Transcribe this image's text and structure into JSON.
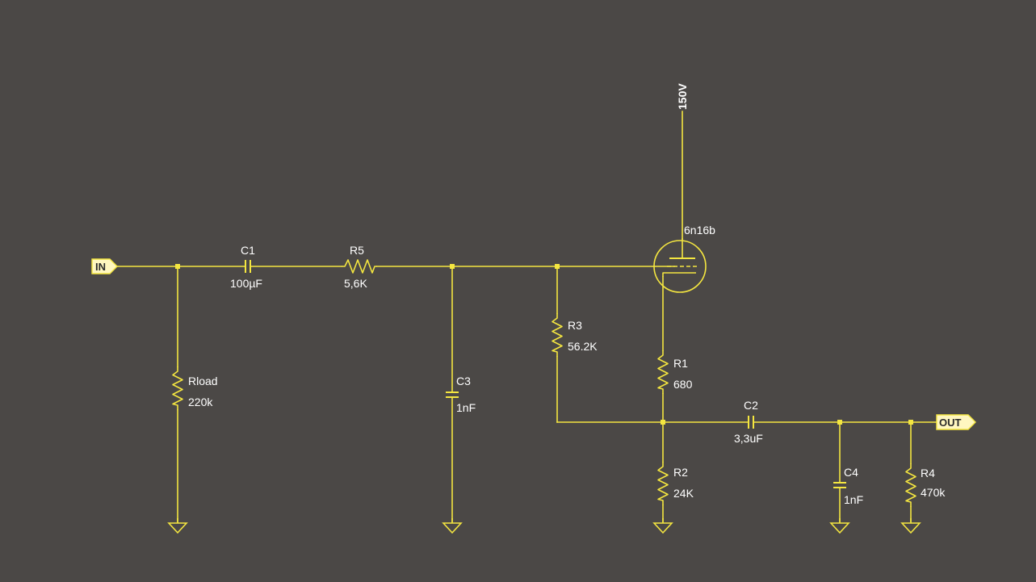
{
  "ports": {
    "input": "IN",
    "output": "OUT"
  },
  "supply": {
    "label": "150V"
  },
  "tube": {
    "model": "6n16b"
  },
  "components": {
    "c1": {
      "ref": "C1",
      "value": "100µF"
    },
    "r5": {
      "ref": "R5",
      "value": "5,6K"
    },
    "rload": {
      "ref": "Rload",
      "value": "220k"
    },
    "c3": {
      "ref": "C3",
      "value": "1nF"
    },
    "r3": {
      "ref": "R3",
      "value": "56.2K"
    },
    "r1": {
      "ref": "R1",
      "value": "680"
    },
    "r2": {
      "ref": "R2",
      "value": "24K"
    },
    "c2": {
      "ref": "C2",
      "value": "3,3uF"
    },
    "c4": {
      "ref": "C4",
      "value": "1nF"
    },
    "r4": {
      "ref": "R4",
      "value": "470k"
    }
  },
  "colors": {
    "background": "#4b4846",
    "wire": "#f4e640",
    "label": "#ffffff",
    "port_fill": "#fff7c0"
  }
}
